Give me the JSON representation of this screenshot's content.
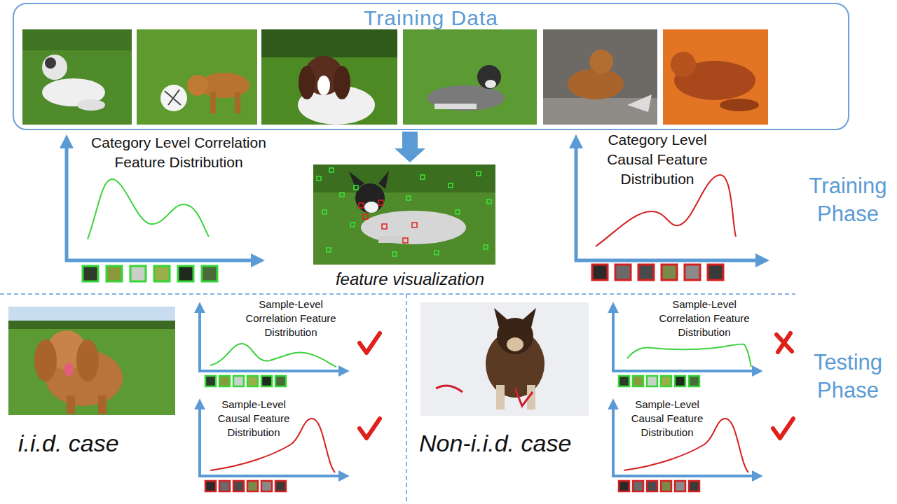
{
  "diagram": {
    "nodes": [
      {
        "text": [
          "Training Data"
        ]
      },
      {
        "text": [
          "feature visualization"
        ]
      }
    ],
    "edges": [
      {
        "from": 0,
        "to": 1,
        "arrow": "to"
      }
    ],
    "labels": [
      "Category Level Correlation Feature Distribution",
      "Category Level Causal Feature Distribution",
      "Training Phase",
      "Sample-Level Correlation Feature Distribution",
      "Sample-Level Causal Feature Distribution",
      "i.i.d. case",
      "Sample-Level Correlation Feature Distribution",
      "Sample-Level Causal Feature Distribution",
      "Non-i.i.d. case",
      "Testing Phase"
    ]
  }
}
